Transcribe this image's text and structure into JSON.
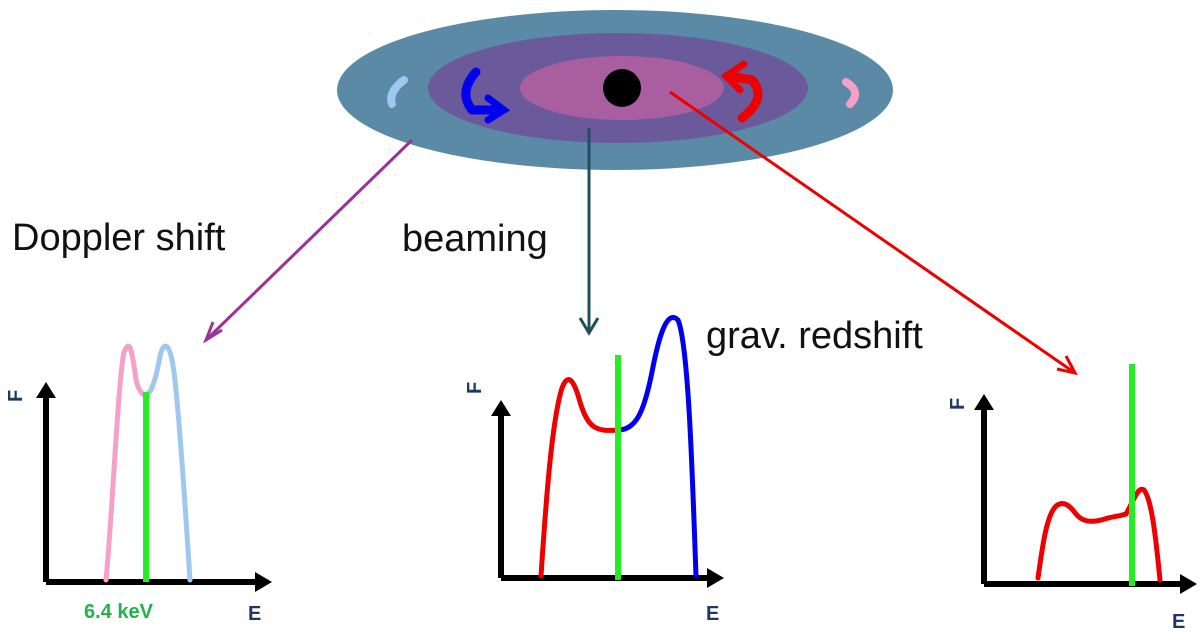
{
  "labels": {
    "doppler": "Doppler shift",
    "beaming": "beaming",
    "redshift": "grav. redshift",
    "energy": "6.4 keV"
  },
  "axes": {
    "flux": "F",
    "energy": "E"
  },
  "colors": {
    "outer_disk": "#5b8aa6",
    "middle_disk": "#6a5a9c",
    "inner_disk": "#a85e9f",
    "black_hole": "#000000",
    "blueshift": "#0000ee",
    "redshift": "#ee0000",
    "light_blue": "#9ec8f0",
    "pink": "#f5a0c8",
    "line_center": "#22ee22",
    "doppler_arrow": "#993399",
    "beaming_arrow": "#1f4e5f",
    "redshift_arrow": "#ee0000",
    "axis_text": "#1f3864",
    "energy_text": "#22b24c"
  }
}
